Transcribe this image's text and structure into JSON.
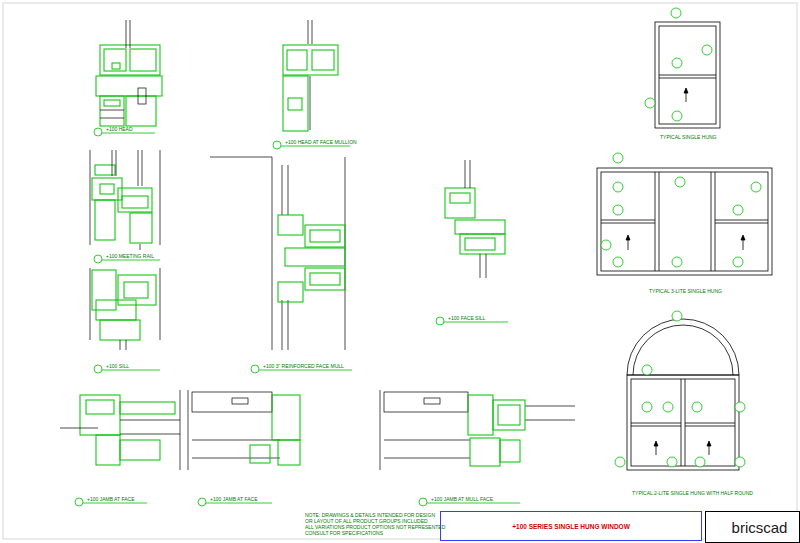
{
  "diagram": {
    "nodes": [
      {
        "text": [
          "+100 SERIES SINGLE HUNG WINDOW"
        ]
      },
      {
        "text": [
          "bricscad"
        ]
      }
    ],
    "labels": [
      "+100 HEAD",
      "+100 HEAD AT FACE MULLION",
      "+100 MEETING RAIL",
      "+100 SILL",
      "+100 3\" REINFORCED FACE MULL",
      "+100 FACE SILL",
      "+100 JAMB AT FACE",
      "+100 JAMB AT FACE",
      "+100 JAMB AT MULL FACE",
      "TYPICAL SINGLE HUNG",
      "TYPICAL 3-LITE SINGLE HUNG",
      "TYPICAL 2-LITE SINGLE HUNG WITH HALF ROUND",
      "NOTE: DRAWINGS & DETAILS INTENDED FOR DESIGN",
      "OR LAYOUT OF ALL PRODUCT GROUPS INCLUDED",
      "ALL VARIATIONS PRODUCT OPTIONS NOT REPRESENTED",
      "CONSULT FOR SPECIFICATIONS"
    ]
  }
}
